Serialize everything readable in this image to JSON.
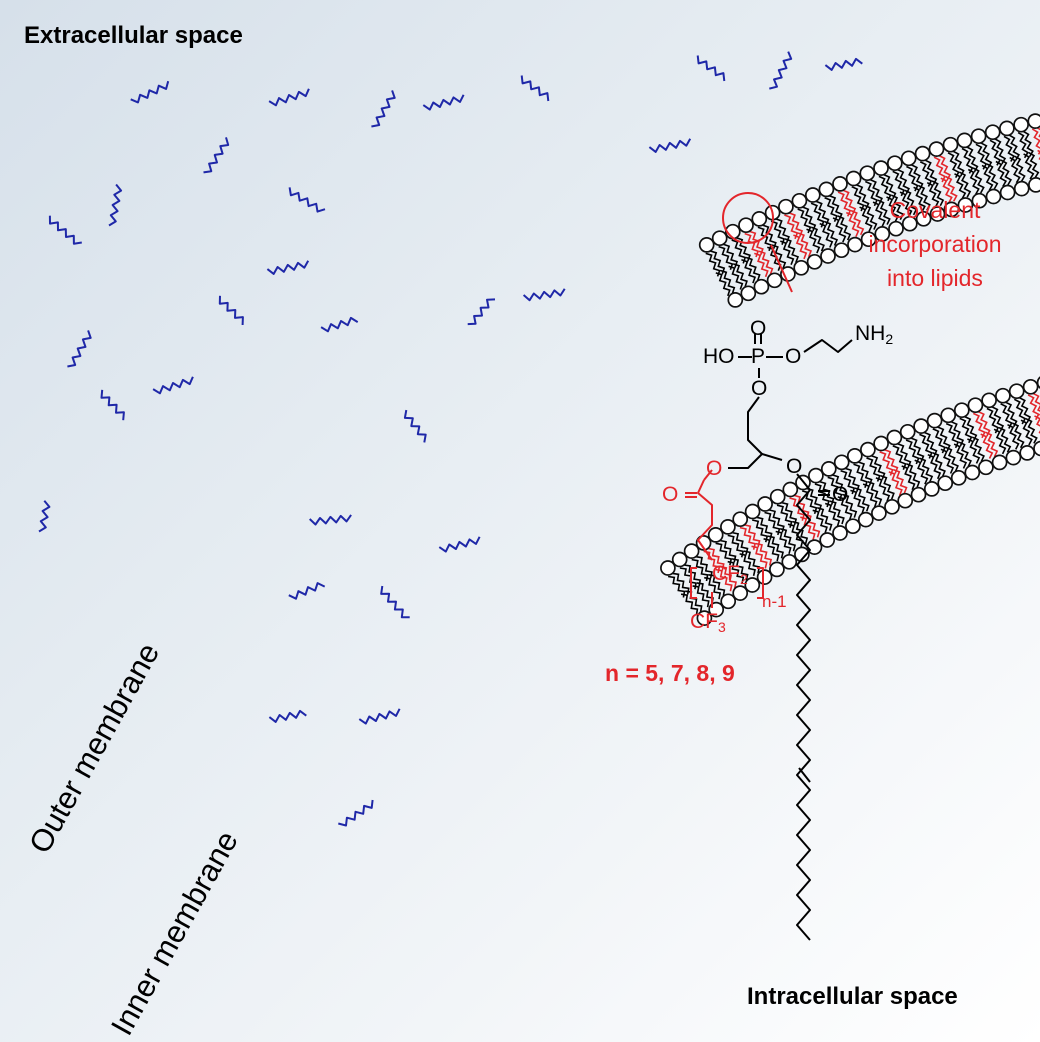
{
  "labels": {
    "extracellular": "Extracellular space",
    "intracellular": "Intracellular space",
    "outer_membrane": "Outer membrane",
    "inner_membrane": "Inner membrane",
    "annotation_line1": "Covalent",
    "annotation_line2": "incorporation",
    "annotation_line3": "into lipids",
    "n_values": "n = 5, 7, 8, 9"
  },
  "molecule": {
    "ho": "HO",
    "p": "P",
    "o_top": "O",
    "o_right": "O",
    "o_below_p": "O",
    "nh": "NH",
    "nh_sub": "2",
    "ester_o_left": "O",
    "carbonyl_o_left": "O",
    "ester_o_right": "O",
    "carbonyl_o_right": "O",
    "cf2": "CF",
    "cf2_sub": "2",
    "cf3": "CF",
    "cf3_sub": "3",
    "repeat_sub": "n-1"
  },
  "colors": {
    "headgroup_fill": "#ffffff",
    "tail_black": "#000000",
    "tail_red": "#e3262b",
    "free_chain_blue": "#1f28a8",
    "annotation_red": "#e3262b"
  }
}
